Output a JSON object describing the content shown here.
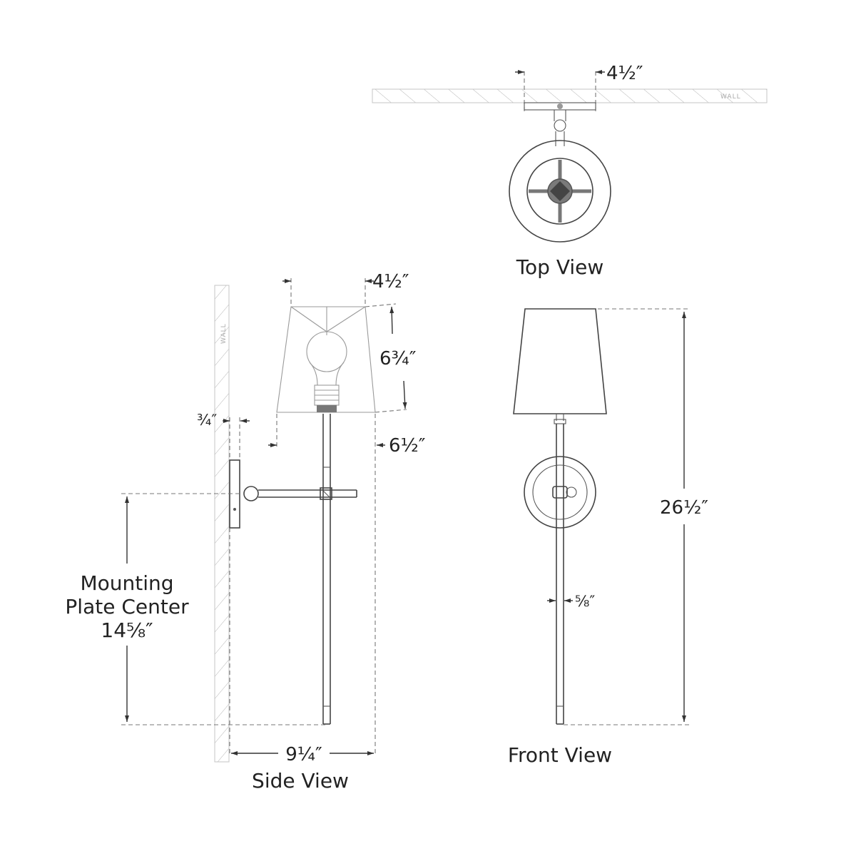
{
  "labels": {
    "top_view": "Top View",
    "side_view": "Side View",
    "front_view": "Front View",
    "wall_top": "WALL",
    "wall_side": "WALL"
  },
  "dimensions": {
    "top_backplate_depth": "4½″",
    "shade_top_diameter": "4½″",
    "shade_height": "6¾″",
    "shade_bottom_diameter": "6½″",
    "backplate_thickness": "¾″",
    "extension": "9¼″",
    "overall_height": "26½″",
    "stem_diameter": "⅝″"
  },
  "mounting": {
    "line1": "Mounting",
    "line2": "Plate Center",
    "value": "14⅝″"
  },
  "colors": {
    "line": "#444444",
    "hatch": "#b5b5b5",
    "text": "#222222"
  }
}
